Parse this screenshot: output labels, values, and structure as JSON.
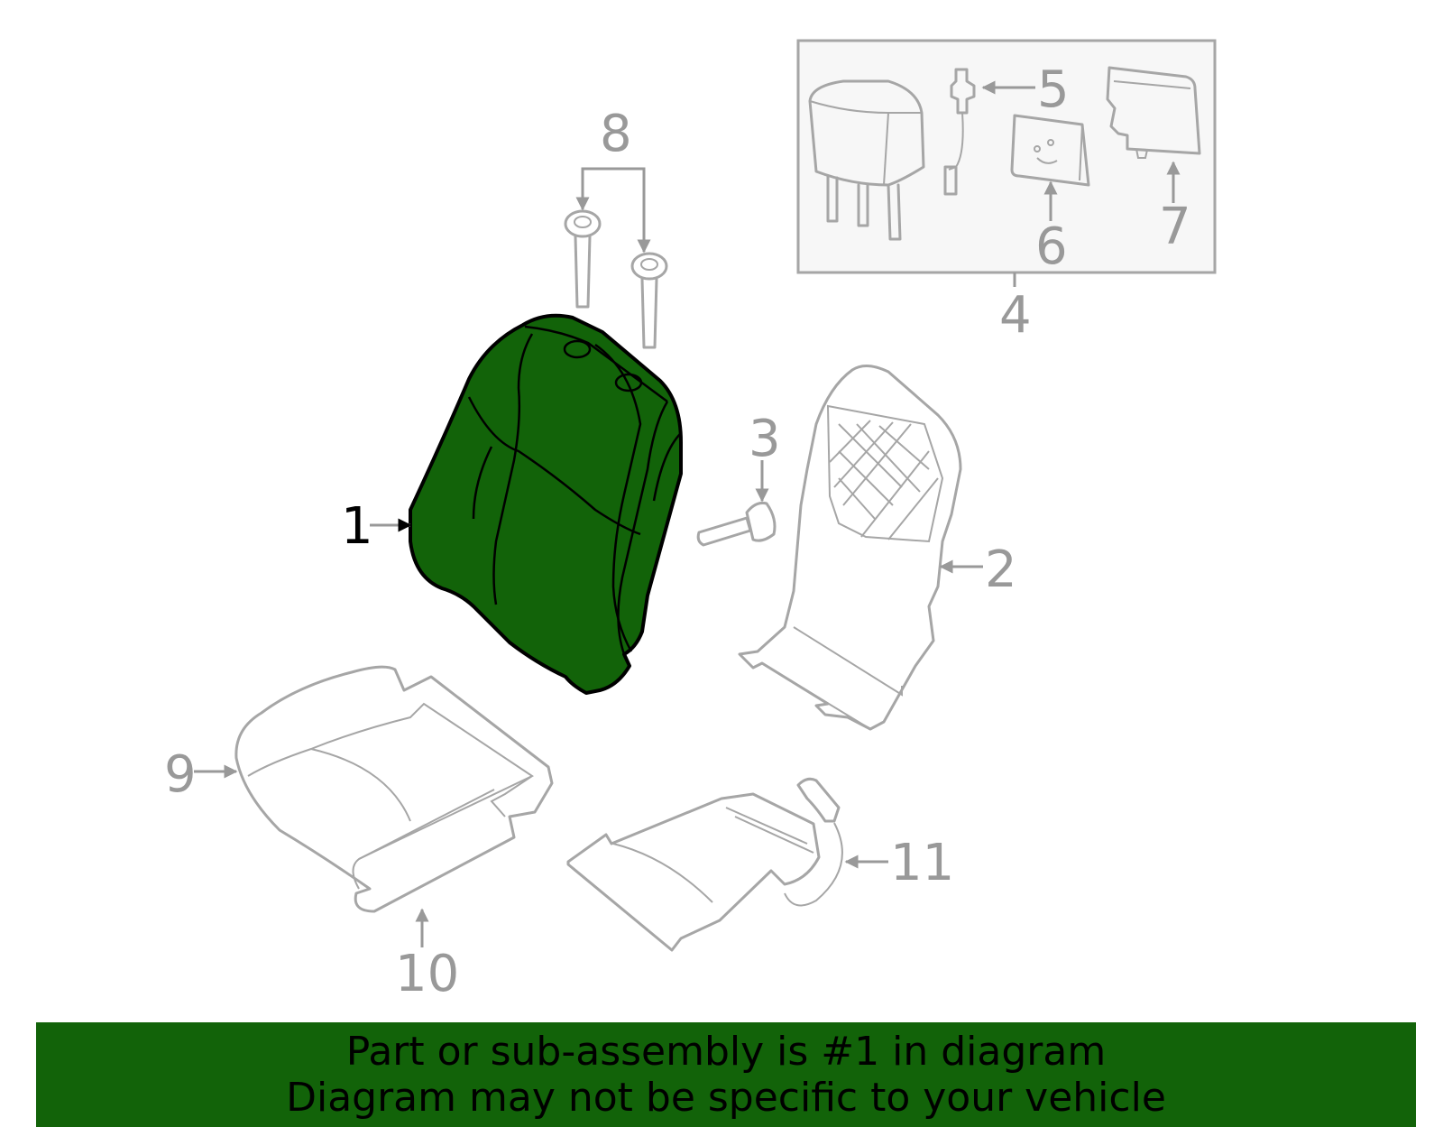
{
  "diagram": {
    "highlight_color": "#126309",
    "line_color": "#a6a6a6",
    "highlighted_part": "1",
    "callouts": [
      "1",
      "2",
      "3",
      "4",
      "5",
      "6",
      "7",
      "8",
      "9",
      "10",
      "11"
    ]
  },
  "banner": {
    "line1": "Part or sub-assembly is #1 in diagram",
    "line2": "Diagram may not be specific to your vehicle",
    "background": "#126309"
  }
}
